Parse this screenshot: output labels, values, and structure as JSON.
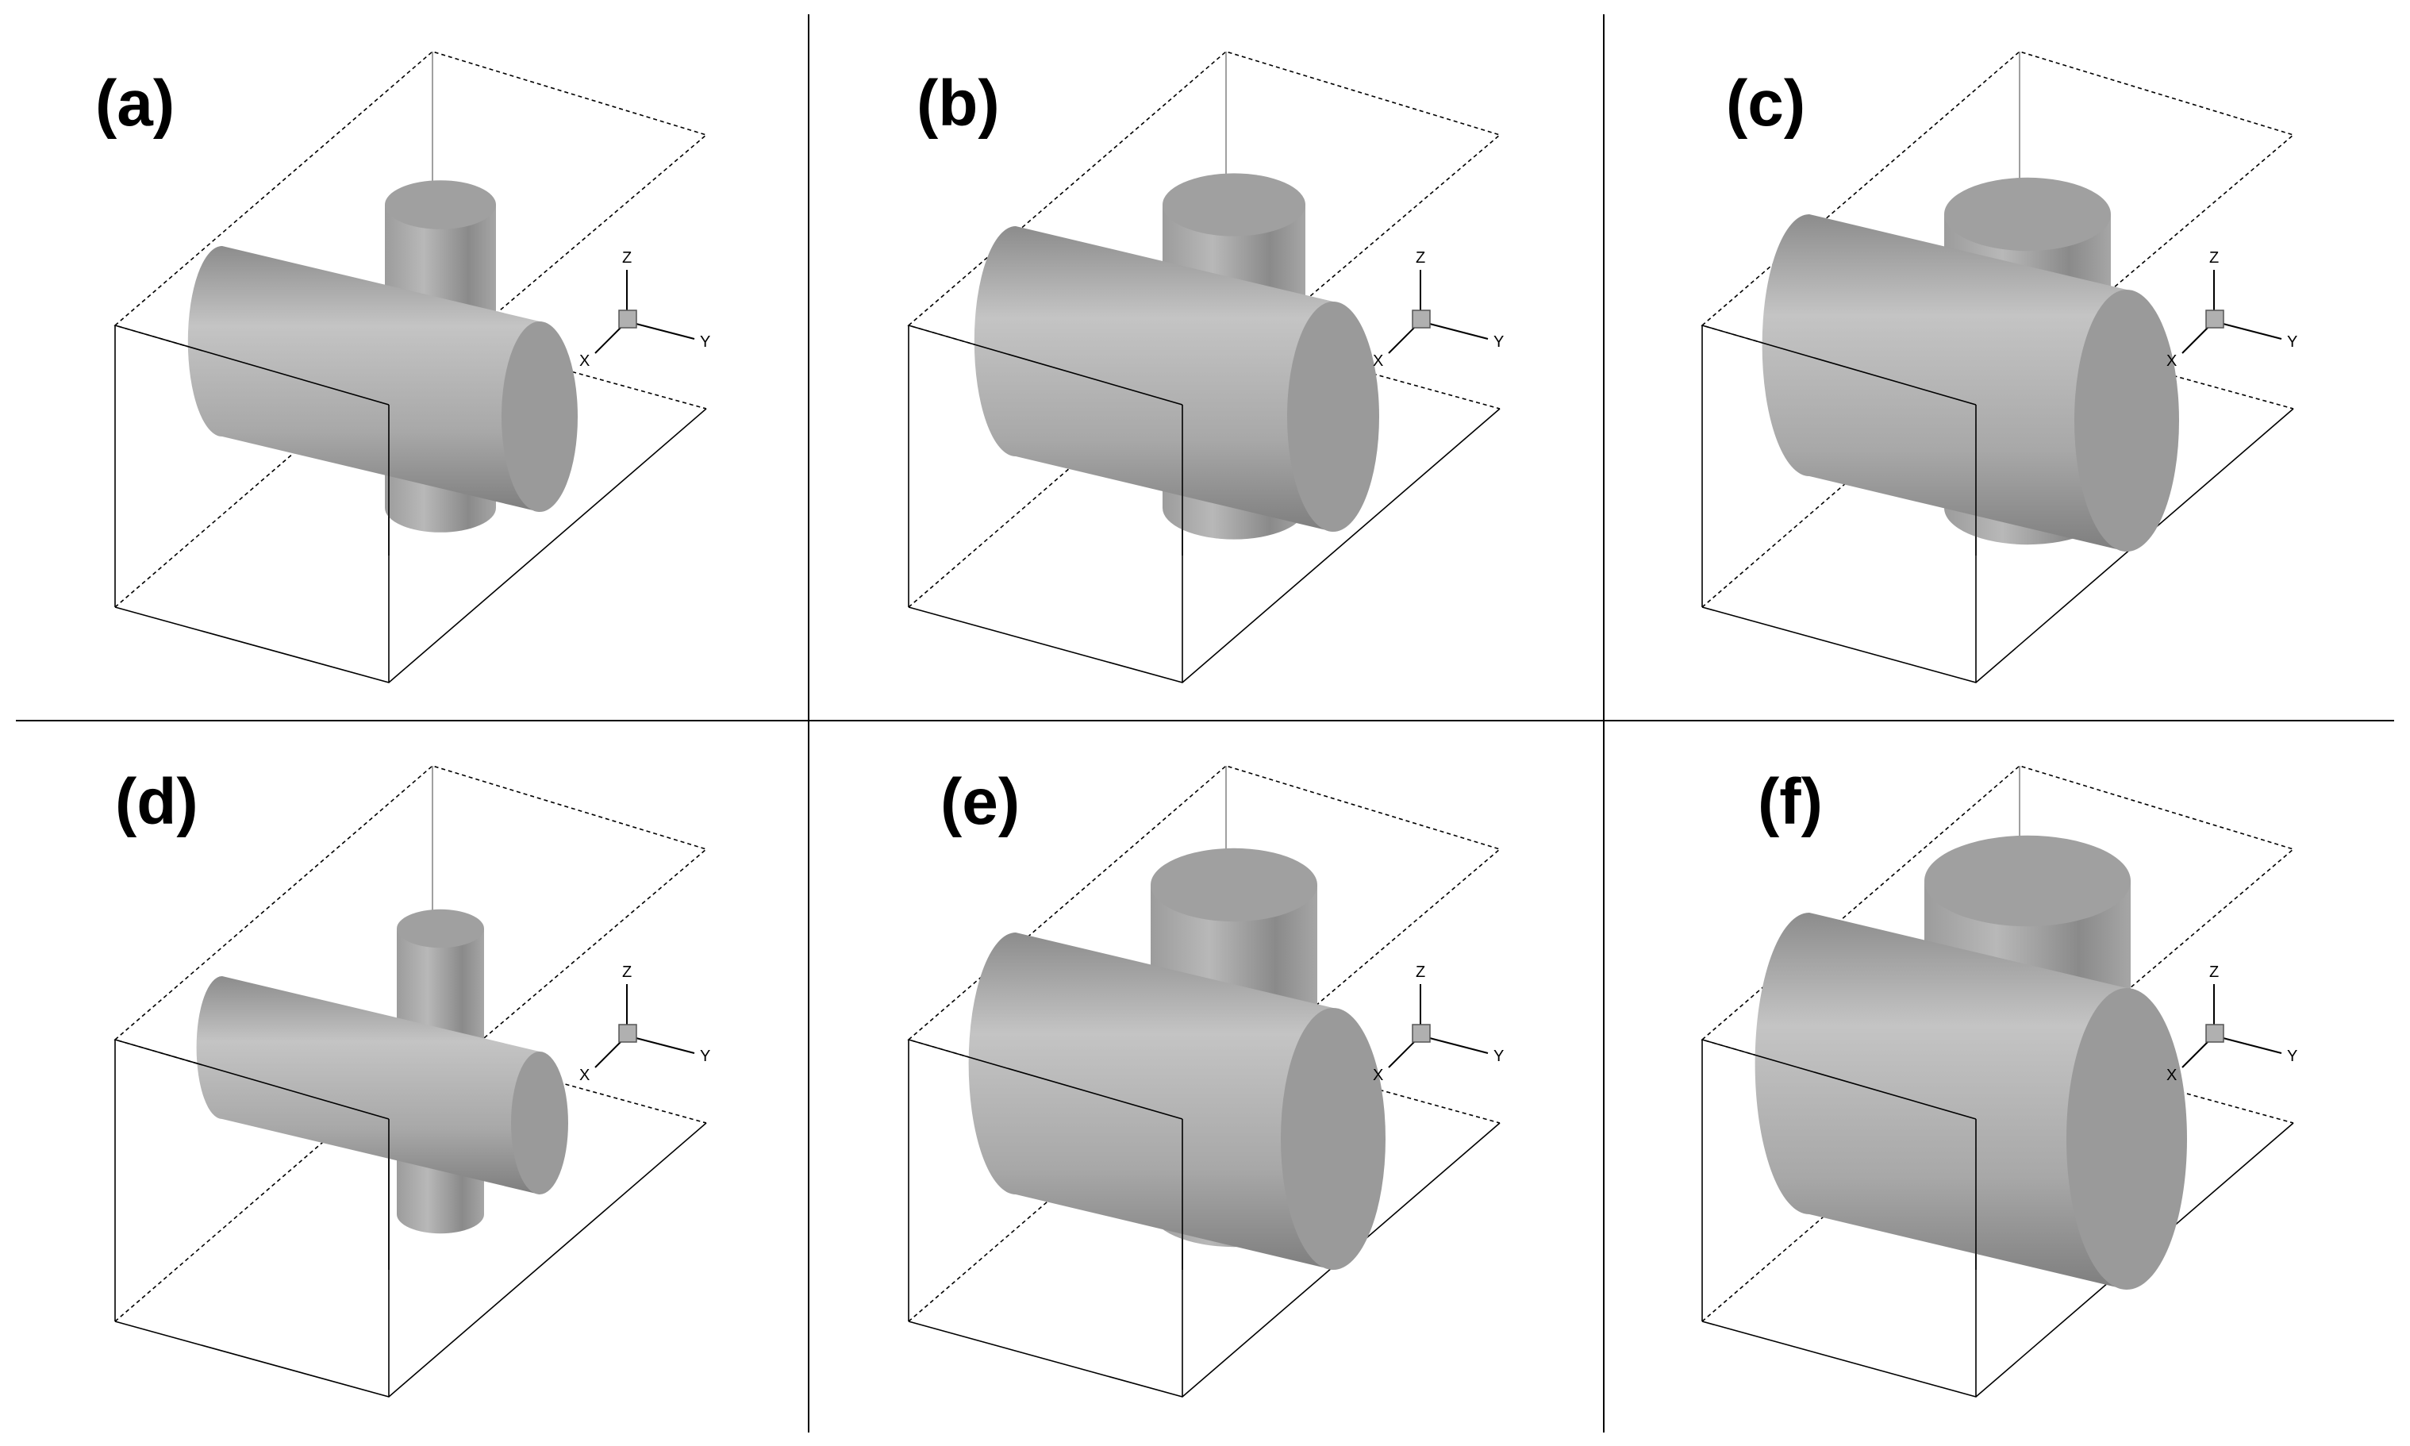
{
  "panels": [
    {
      "label": "(a)",
      "axes": {
        "x": "X",
        "y": "Y",
        "z": "Z"
      }
    },
    {
      "label": "(b)",
      "axes": {
        "x": "X",
        "y": "Y",
        "z": "Z"
      }
    },
    {
      "label": "(c)",
      "axes": {
        "x": "X",
        "y": "Y",
        "z": "Z"
      }
    },
    {
      "label": "(d)",
      "axes": {
        "x": "X",
        "y": "Y",
        "z": "Z"
      }
    },
    {
      "label": "(e)",
      "axes": {
        "x": "X",
        "y": "Y",
        "z": "Z"
      }
    },
    {
      "label": "(f)",
      "axes": {
        "x": "X",
        "y": "Y",
        "z": "Z"
      }
    }
  ],
  "colors": {
    "background": "#ffffff",
    "divider": "#000000",
    "box_edges": "#000000",
    "cylinder_shade_dark": "#808080",
    "cylinder_shade_light": "#c8c8c8",
    "cylinder_cap": "#9a9a9a"
  }
}
